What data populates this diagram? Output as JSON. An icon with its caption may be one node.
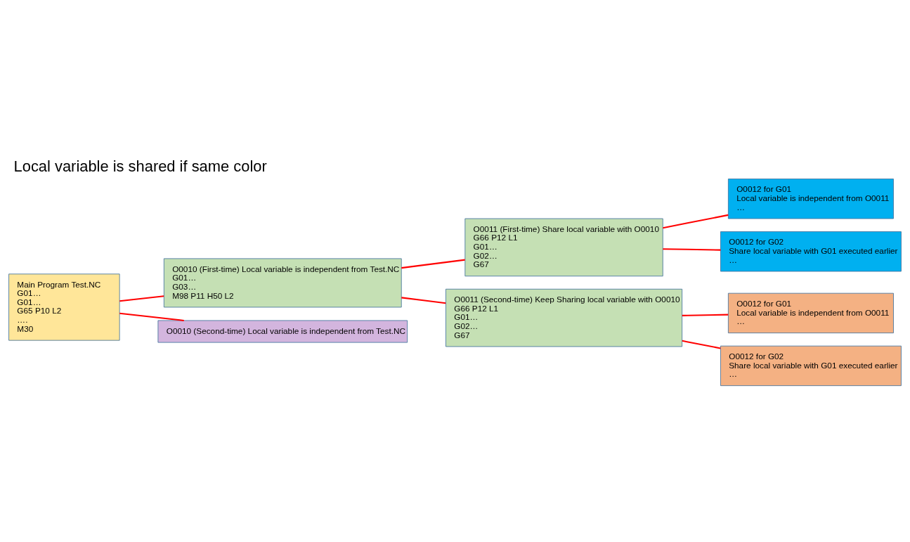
{
  "diagram": {
    "title": "Local variable is shared if same color",
    "nodes": [
      {
        "text": [
          "Main Program Test.NC",
          "G01…",
          "G01…",
          "G65 P10 L2",
          "….",
          "M30"
        ]
      },
      {
        "text": [
          "O0010 (First-time) Local variable is independent from Test.NC",
          "G01…",
          "G03…",
          "M98 P11 H50 L2"
        ]
      },
      {
        "text": [
          "O0010 (Second-time) Local variable is independent from Test.NC"
        ]
      },
      {
        "text": [
          "O0011 (First-time) Share local variable with O0010",
          "G66 P12 L1",
          "G01…",
          "G02…",
          "G67"
        ]
      },
      {
        "text": [
          "O0011 (Second-time) Keep Sharing local variable with O0010",
          "G66 P12 L1",
          "G01…",
          "G02…",
          "G67"
        ]
      },
      {
        "text": [
          "O0012 for G01",
          "Local variable is independent from O0011",
          "…"
        ]
      },
      {
        "text": [
          "O0012 for G02",
          "Share local variable with G01 executed earlier",
          "…"
        ]
      },
      {
        "text": [
          "O0012 for G01",
          "Local variable is independent from O0011",
          "…"
        ]
      },
      {
        "text": [
          "O0012 for G02",
          "Share local variable with G01 executed earlier",
          "…"
        ]
      }
    ],
    "edges": [
      {
        "from": 0,
        "to": 1,
        "arrow": "none"
      },
      {
        "from": 0,
        "to": 2,
        "arrow": "none"
      },
      {
        "from": 1,
        "to": 3,
        "arrow": "none"
      },
      {
        "from": 1,
        "to": 4,
        "arrow": "none"
      },
      {
        "from": 3,
        "to": 5,
        "arrow": "none"
      },
      {
        "from": 3,
        "to": 6,
        "arrow": "none"
      },
      {
        "from": 4,
        "to": 7,
        "arrow": "none"
      },
      {
        "from": 4,
        "to": 8,
        "arrow": "none"
      }
    ]
  }
}
